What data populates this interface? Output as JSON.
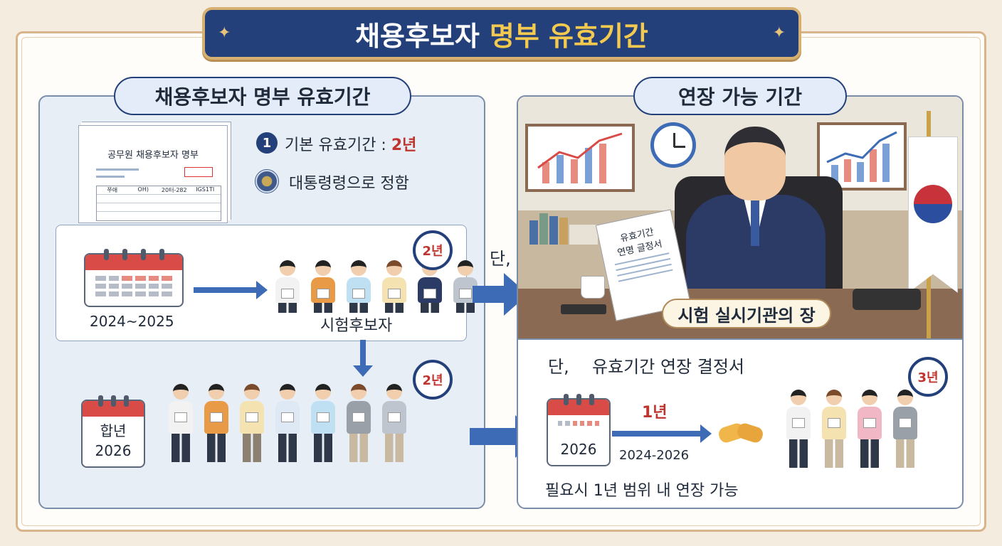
{
  "banner": {
    "title_white": "채용후보자",
    "title_gold": "명부 유효기간"
  },
  "left_panel": {
    "pill": "채용후보자 명부 유효기간",
    "document": {
      "title": "공무원 채용후보자 명부",
      "header_cells": [
        "쭈애",
        "OH)",
        "20터-282",
        "IGS1TI"
      ]
    },
    "item_number": "1",
    "basic_period": {
      "label": "기본 유효기간 : ",
      "value": "2년"
    },
    "decree": "대통령령으로 정함",
    "box": {
      "calendar_label": "2024~2025",
      "candidates_label": "시험후보자",
      "badge": "2년"
    },
    "lower": {
      "calendar_text_1": "합년",
      "calendar_text_2": "2026",
      "badge": "2년"
    }
  },
  "middle": {
    "dan_label": "단,"
  },
  "right_panel": {
    "pill": "연장 가능 기간",
    "decision_doc": {
      "line1": "유효기간",
      "line2": "연명 글정서"
    },
    "exam_head": "시험 실시기관의 장",
    "dan_label": "단,",
    "extension_doc": "유효기간 연장 결정서",
    "calendar_year": "2026",
    "one_year": "1년",
    "range": "2024-2026",
    "badge": "3년",
    "note": "필요시 1년 범위 내 연장 가능"
  },
  "colors": {
    "navy": "#24407a",
    "gold": "#f3c94f",
    "red": "#c0342f",
    "arrow": "#3d6bb5"
  }
}
